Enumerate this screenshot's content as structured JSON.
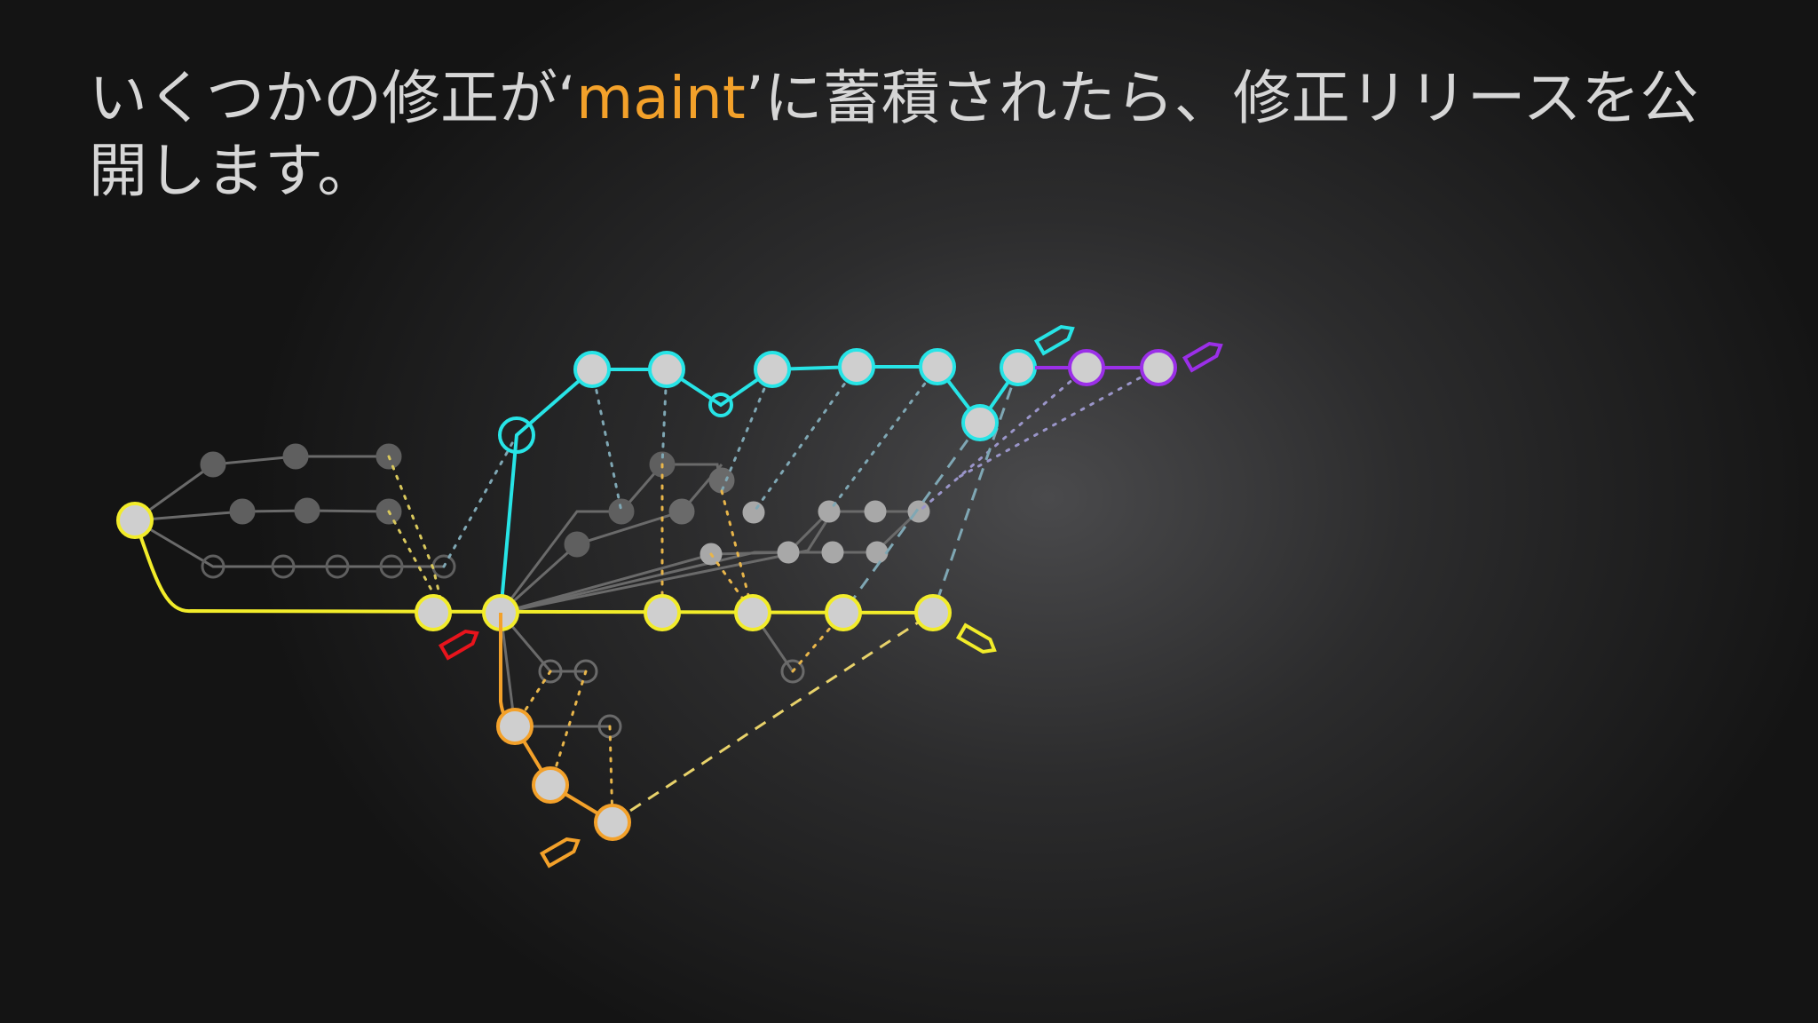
{
  "slide": {
    "title_before": "いくつかの修正が‘",
    "title_highlight": "maint",
    "title_after": "’に蓄積されたら、修正リリースを公開します。"
  },
  "colors": {
    "main": "#f2ec2a",
    "next": "#27e4e6",
    "maint": "#f3a12a",
    "pu": "#9b2fe8",
    "release_tag": "#e8141c",
    "faded": "#6a6a6a",
    "node_fill": "#cfcfcf"
  },
  "branches": [
    "main",
    "next",
    "maint",
    "pu"
  ],
  "icons": [
    "tag-icon"
  ]
}
